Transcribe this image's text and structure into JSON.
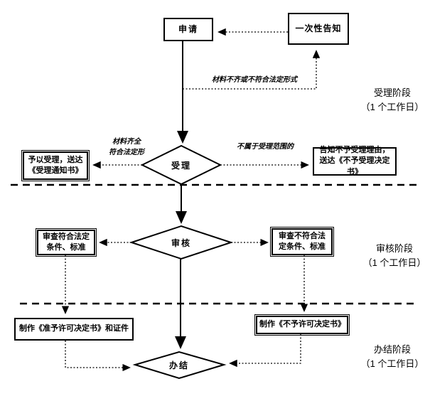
{
  "nodes": {
    "apply": {
      "label": "申请"
    },
    "one_time_notice": {
      "label": "一次性告知"
    },
    "accept": {
      "label": "受理"
    },
    "accept_granted": {
      "label": "予以受理，送达《受理通知书》"
    },
    "accept_denied": {
      "label": "告知不予受理理由，送达《不予受理决定书》"
    },
    "review": {
      "label": "审核"
    },
    "review_pass": {
      "label": "审查符合法定条件、标准"
    },
    "review_fail": {
      "label": "审查不符合法定条件、标准"
    },
    "make_license": {
      "label": "制作《准予许可决定书》和证件"
    },
    "make_denial": {
      "label": "制作《不予许可决定书》"
    },
    "finish": {
      "label": "办结"
    }
  },
  "edge_labels": {
    "incomplete": "材料不齐或不符合法定形式",
    "complete_line1": "材料齐全",
    "complete_line2": "符合法定形",
    "out_of_scope": "不属于受理范围的"
  },
  "stages": [
    {
      "name": "受理阶段",
      "duration": "（1 个工作日）"
    },
    {
      "name": "审核阶段",
      "duration": "（1 个工作日）"
    },
    {
      "name": "办结阶段",
      "duration": "（1 个工作日）"
    }
  ],
  "colors": {
    "line": "#000000",
    "background": "#ffffff"
  }
}
